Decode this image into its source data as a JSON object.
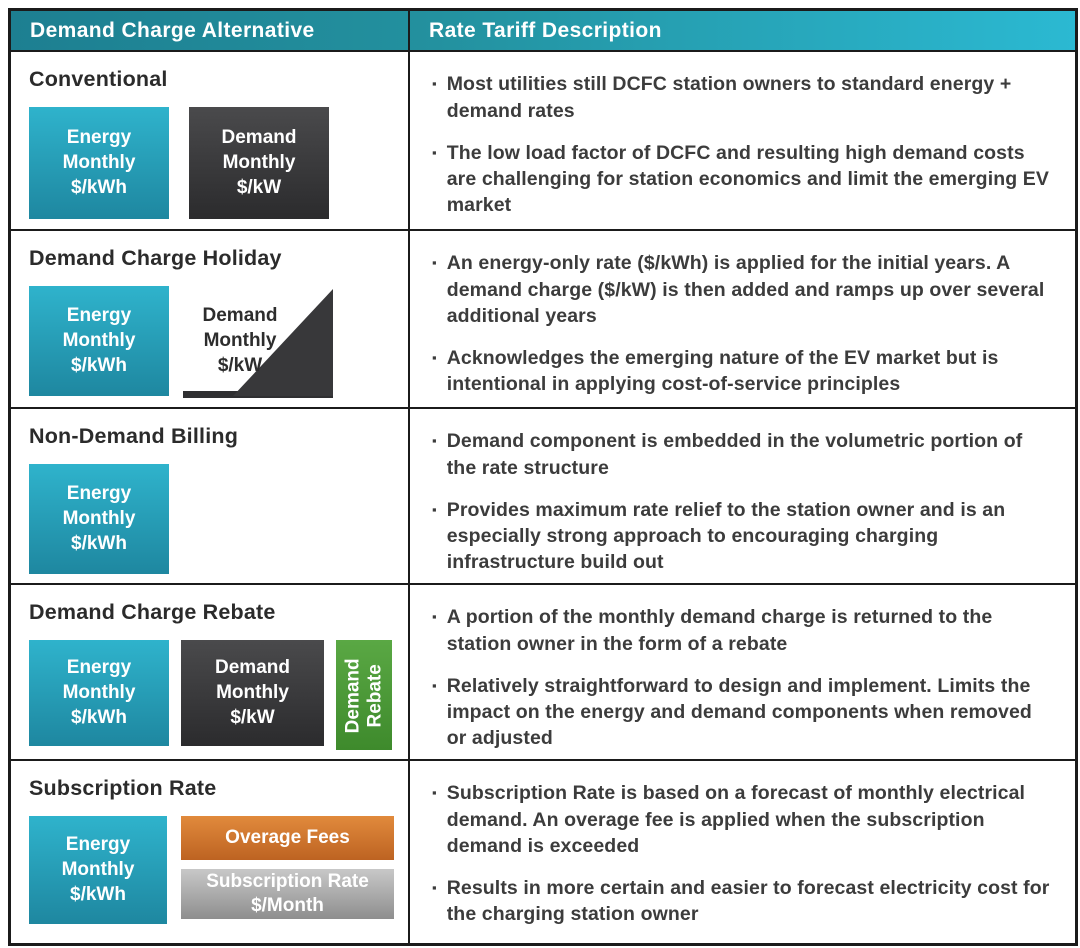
{
  "ui": {
    "bullet": "▪"
  },
  "colors": {
    "border_black": "#1b1b1b",
    "header_teal_left": "#1d7f91",
    "header_teal_right": "#2bb9d2",
    "energy_teal_top": "#2fb3cc",
    "energy_teal_bottom": "#1e87a0",
    "demand_dark_top": "#4a4a4c",
    "demand_dark_bottom": "#2b2b2d",
    "rebate_green_top": "#5aa844",
    "rebate_green_bottom": "#3e8a2c",
    "overage_orange_top": "#e18a3c",
    "overage_orange_bottom": "#bd6322",
    "subscription_gray_top": "#c8c8c8",
    "subscription_gray_bottom": "#8e8e8e",
    "body_text": "#3c3c3c",
    "title_text": "#2b2b2b"
  },
  "header": {
    "col1": "Demand Charge Alternative",
    "col2": "Rate Tariff Description"
  },
  "rows": [
    {
      "title": "Conventional",
      "energy_box": "Energy\nMonthly\n$/kWh",
      "demand_box": "Demand\nMonthly\n$/kW",
      "bullets": [
        "Most utilities still DCFC station owners to standard energy + demand rates",
        "The low load factor of DCFC and resulting high demand costs are challenging for station economics and limit the emerging EV market"
      ]
    },
    {
      "title": "Demand Charge Holiday",
      "energy_box": "Energy\nMonthly\n$/kWh",
      "ramp_label": "Demand\nMonthly\n$/kW",
      "bullets": [
        "An energy-only rate ($/kWh) is applied for the initial years. A demand charge ($/kW) is then added and ramps up over several additional years",
        "Acknowledges the emerging nature of the EV market but is intentional in applying cost-of-service principles"
      ]
    },
    {
      "title": "Non-Demand Billing",
      "energy_box": "Energy\nMonthly\n$/kWh",
      "bullets": [
        "Demand component is embedded in the volumetric portion of the rate structure",
        "Provides maximum rate relief to the station owner and is an especially strong approach to encouraging charging infrastructure build out"
      ]
    },
    {
      "title": "Demand Charge Rebate",
      "energy_box": "Energy\nMonthly\n$/kWh",
      "demand_box": "Demand\nMonthly\n$/kW",
      "rebate_box": "Demand\nRebate",
      "bullets": [
        "A portion of the monthly demand charge is returned to the station owner in the form of a rebate",
        "Relatively straightforward to design and implement. Limits the impact on the energy and demand components when removed or adjusted"
      ]
    },
    {
      "title": "Subscription Rate",
      "energy_box": "Energy\nMonthly\n$/kWh",
      "overage_box": "Overage Fees",
      "subscription_box": "Subscription Rate\n$/Month",
      "bullets": [
        "Subscription Rate is based on a forecast of monthly electrical demand. An overage fee is applied when the subscription demand is exceeded",
        "Results in more certain and easier to forecast electricity cost for the charging station owner"
      ]
    }
  ]
}
